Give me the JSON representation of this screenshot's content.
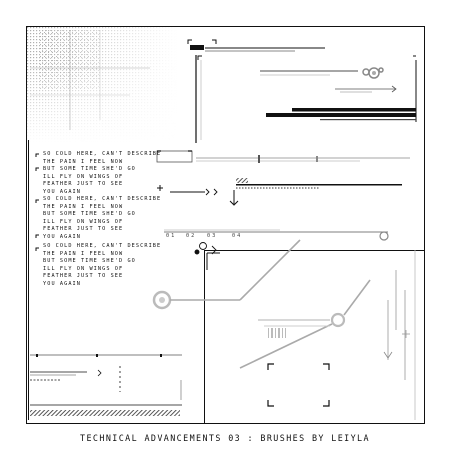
{
  "title": "TECHNICAL ADVANCEMENTS 03 : BRUSHES BY LEIYLA",
  "poem_block": [
    "SO COLD HERE, CAN'T DESCRIBE",
    "THE PAIN I FEEL NOW",
    "BUT SOME TIME SHE'D GO",
    "ILL FLY ON WINGS OF",
    "FEATHER JUST TO SEE",
    "YOU AGAIN"
  ],
  "ruler_numbers": [
    "01",
    "02",
    "03",
    "04"
  ],
  "colors": {
    "ink": "#111111",
    "mid_grey": "#9a9a9a",
    "light_grey": "#d0d0d0",
    "background": "#ffffff"
  },
  "icons": [
    "crosshair-icon",
    "arrow-icon",
    "circle-target-icon"
  ]
}
